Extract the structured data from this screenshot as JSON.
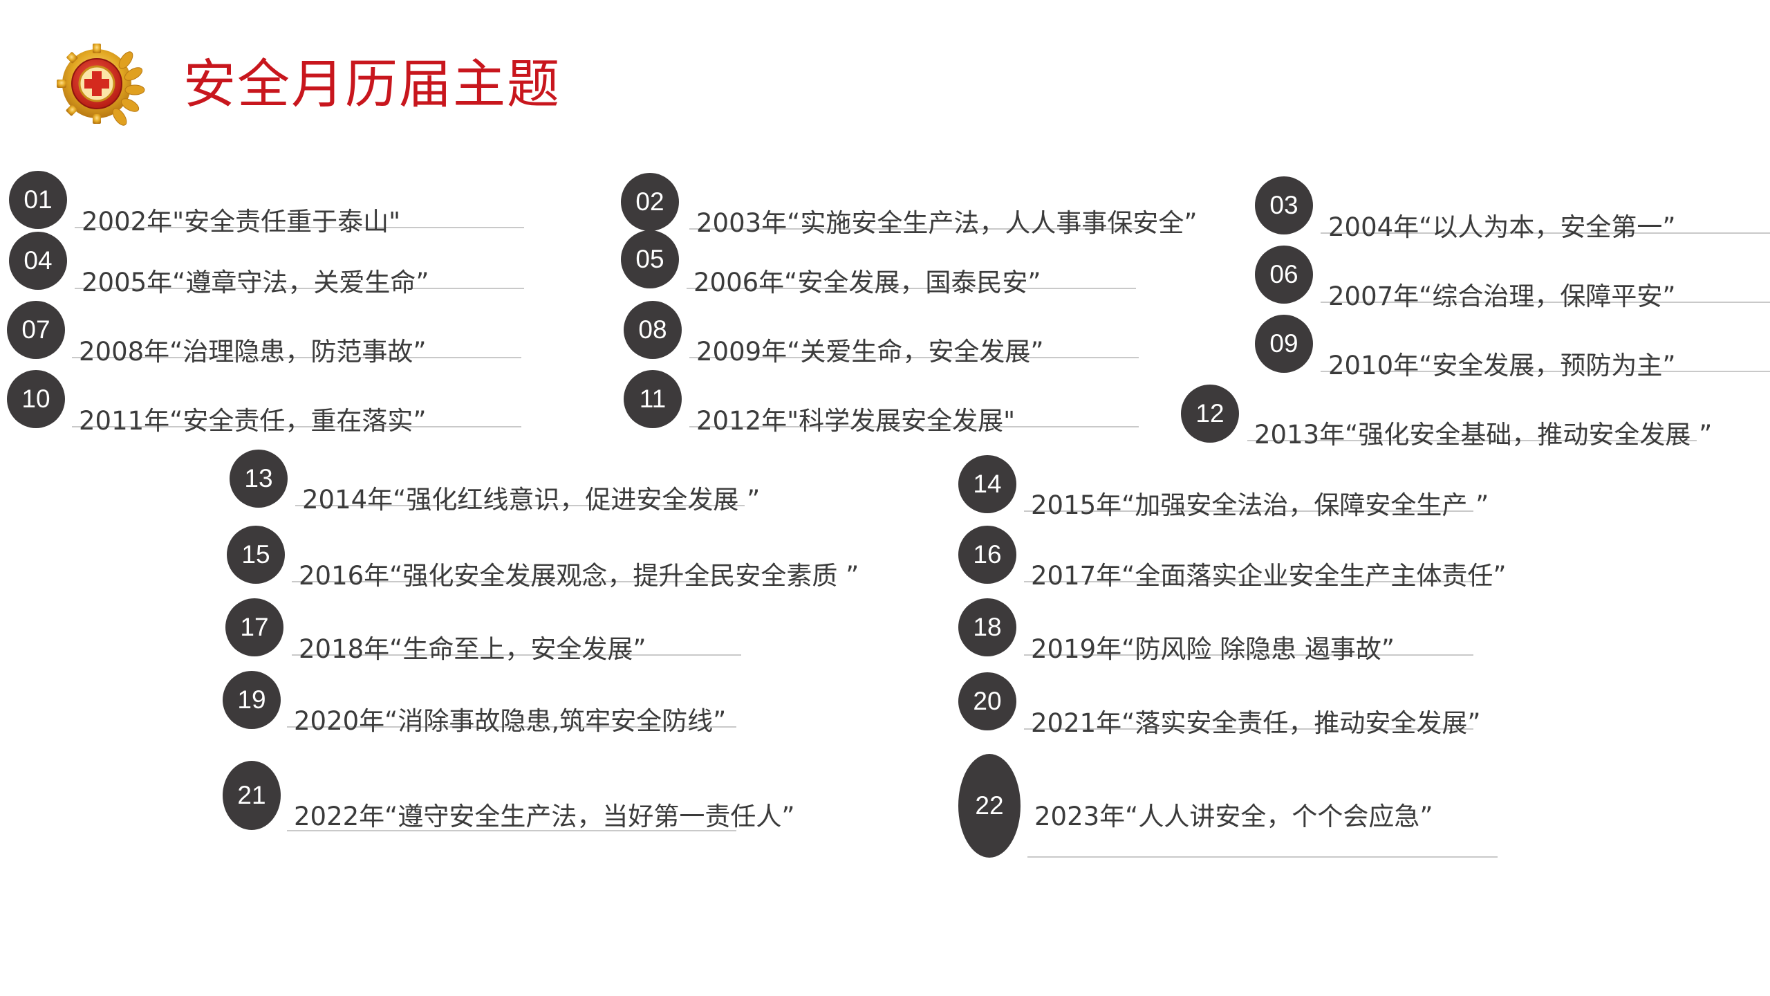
{
  "header": {
    "title": "安全月历届主题",
    "logo_icon": "safety-emblem-icon",
    "colors": {
      "title": "#c8161d",
      "badge": "#3d3a3b",
      "gold": "#d9a21b",
      "emblem_red": "#d42a1e"
    }
  },
  "themes": [
    {
      "num": "01",
      "text": "2002年\"安全责任重于泰山\""
    },
    {
      "num": "02",
      "text": "2003年“实施安全生产法，人人事事保安全”"
    },
    {
      "num": "03",
      "text": "2004年“以人为本，安全第一”"
    },
    {
      "num": "04",
      "text": "2005年“遵章守法，关爱生命”"
    },
    {
      "num": "05",
      "text": "2006年“安全发展，国泰民安”"
    },
    {
      "num": "06",
      "text": "2007年“综合治理，保障平安”"
    },
    {
      "num": "07",
      "text": "2008年“治理隐患，防范事故”"
    },
    {
      "num": "08",
      "text": "2009年“关爱生命，安全发展”"
    },
    {
      "num": "09",
      "text": "2010年“安全发展，预防为主”"
    },
    {
      "num": "10",
      "text": "2011年“安全责任，重在落实”"
    },
    {
      "num": "11",
      "text": "2012年\"科学发展安全发展\""
    },
    {
      "num": "12",
      "text": "2013年“强化安全基础，推动安全发展 ”"
    },
    {
      "num": "13",
      "text": "2014年“强化红线意识，促进安全发展 ”"
    },
    {
      "num": "14",
      "text": "2015年“加强安全法治，保障安全生产 ”"
    },
    {
      "num": "15",
      "text": "2016年“强化安全发展观念，提升全民安全素质 ”"
    },
    {
      "num": "16",
      "text": "2017年“全面落实企业安全生产主体责任”"
    },
    {
      "num": "17",
      "text": "2018年“生命至上，安全发展”"
    },
    {
      "num": "18",
      "text": "2019年“防风险 除隐患 遏事故”"
    },
    {
      "num": "19",
      "text": "2020年“消除事故隐患,筑牢安全防线”"
    },
    {
      "num": "20",
      "text": "2021年“落实安全责任，推动安全发展”"
    },
    {
      "num": "21",
      "text": "2022年“遵守安全生产法，当好第一责任人”"
    },
    {
      "num": "22",
      "text": "2023年“人人讲安全，个个会应急”"
    }
  ]
}
